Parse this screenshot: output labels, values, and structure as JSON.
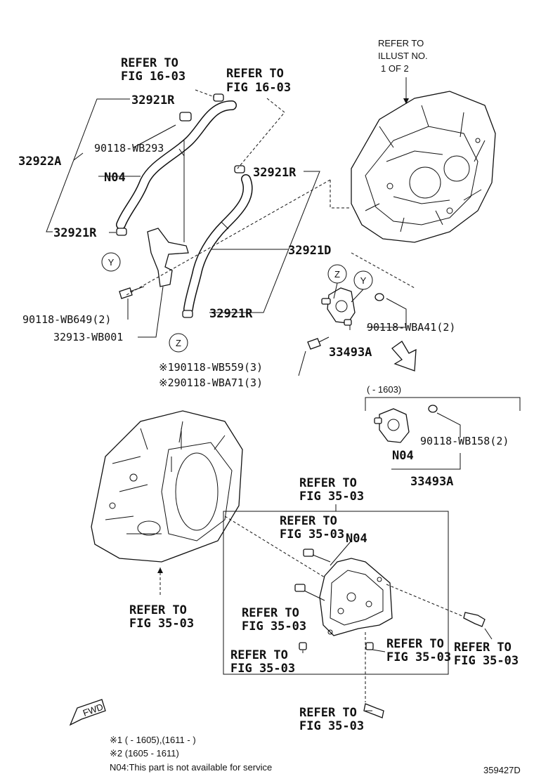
{
  "labels": {
    "refer_illust": [
      "REFER TO",
      "ILLUST NO.",
      "1 OF 2"
    ],
    "refer_fig16_a": [
      "REFER TO",
      "FIG 16-03"
    ],
    "refer_fig16_b": [
      "REFER TO",
      "FIG 16-03"
    ],
    "p32921R_top": "32921R",
    "p90118_WB293": "90118-WB293",
    "p32922A": "32922A",
    "pN04_hose": "N04",
    "p32921R_left": "32921R",
    "p32921R_mid": "32921R",
    "p32921D": "32921D",
    "p32921R_bot": "32921R",
    "p90118_WB649": "90118-WB649(2)",
    "p32913_WB001": "32913-WB001",
    "p90118_WBA41": "90118-WBA41(2)",
    "p33493A_top": "33493A",
    "p90118_WB559": "※190118-WB559(3)",
    "p90118_WBA71": "※290118-WBA71(3)",
    "range_1603": "(     - 1603)",
    "p90118_WB158": "90118-WB158(2)",
    "pN04_cooler": "N04",
    "p33493A_bot": "33493A",
    "refer_fig35_top": [
      "REFER TO",
      "FIG 35-03"
    ],
    "refer_fig35_in1": [
      "REFER TO",
      "FIG 35-03"
    ],
    "pN04_cover": "N04",
    "refer_fig35_left": [
      "REFER TO",
      "FIG 35-03"
    ],
    "refer_fig35_in2": [
      "REFER TO",
      "FIG 35-03"
    ],
    "refer_fig35_in3": [
      "REFER TO",
      "FIG 35-03"
    ],
    "refer_fig35_in4": [
      "REFER TO",
      "FIG 35-03"
    ],
    "refer_fig35_right": [
      "REFER TO",
      "FIG 35-03"
    ],
    "refer_fig35_bot": [
      "REFER TO",
      "FIG 35-03"
    ],
    "circle_Y1": "Y",
    "circle_Z1": "Z",
    "circle_Z2": "Z",
    "circle_Y2": "Y",
    "fwd": "FWD"
  },
  "notes": {
    "n1": "※1 (      - 1605),(1611 -      )",
    "n2": "※2 (1605 - 1611)",
    "n3": "N04:This part is not available for service"
  },
  "diagram_id": "359427D"
}
